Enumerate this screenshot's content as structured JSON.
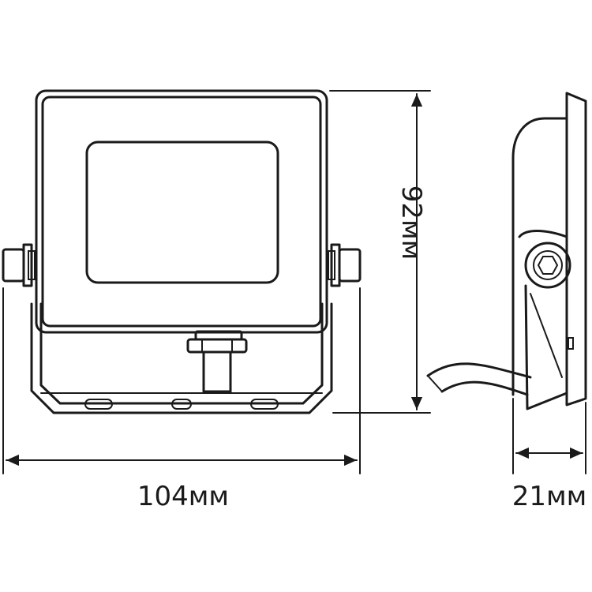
{
  "dimensions": {
    "width_label": "104мм",
    "height_label": "92мм",
    "depth_label": "21мм"
  },
  "colors": {
    "line": "#1a1a1a",
    "background": "#ffffff"
  }
}
